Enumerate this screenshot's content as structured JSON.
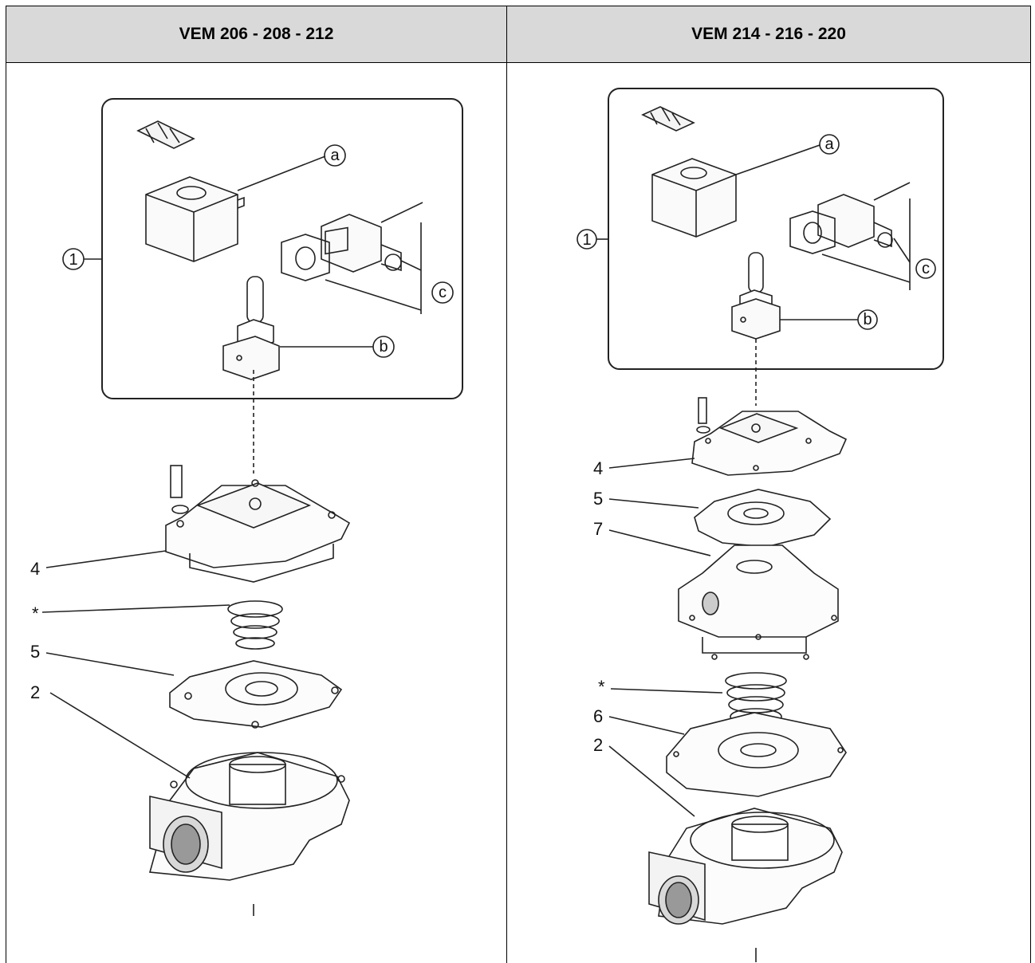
{
  "headers": {
    "left": "VEM 206 - 208 - 212",
    "right": "VEM 214 - 216 - 220"
  },
  "left_panel": {
    "kit_number": "1",
    "kit_items": [
      "a",
      "b",
      "c"
    ],
    "part_labels": [
      "4",
      "*",
      "5",
      "2"
    ]
  },
  "right_panel": {
    "kit_number": "1",
    "kit_items": [
      "a",
      "b",
      "c"
    ],
    "part_labels": [
      "4",
      "5",
      "7",
      "*",
      "6",
      "2"
    ]
  }
}
